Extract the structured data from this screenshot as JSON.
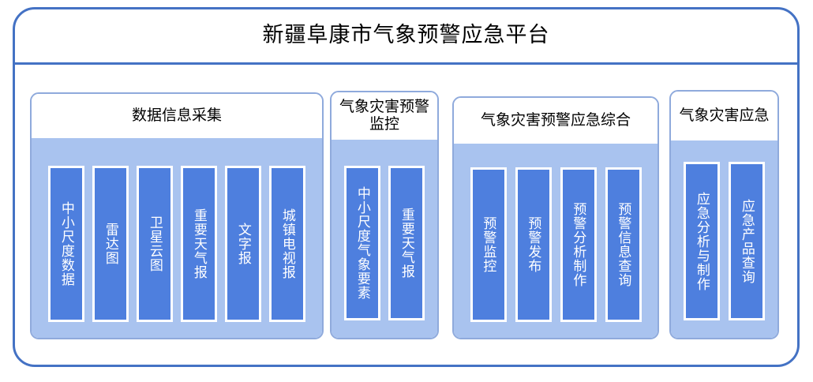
{
  "platform": {
    "title": "新疆阜康市气象预警应急平台",
    "frame_border_color": "#4472C4",
    "group_border_color": "#8FAADC",
    "group_body_color": "#A9C3EF",
    "card_color": "#4E7FDE",
    "card_border_color": "#FFFFFF",
    "card_text_color": "#FFFFFF",
    "title_text_color": "#000000"
  },
  "groups": [
    {
      "title": "数据信息采集",
      "cards": [
        {
          "label": "中小尺度数据"
        },
        {
          "label": "雷达图"
        },
        {
          "label": "卫星云图"
        },
        {
          "label": "重要天气报"
        },
        {
          "label": "文字报"
        },
        {
          "label": "城镇电视报"
        }
      ]
    },
    {
      "title": "气象灾害预警监控",
      "cards": [
        {
          "label": "中小尺度气象要素"
        },
        {
          "label": "重要天气报"
        }
      ]
    },
    {
      "title": "气象灾害预警应急综合",
      "cards": [
        {
          "label": "预警监控"
        },
        {
          "label": "预警发布"
        },
        {
          "label": "预警分析制作"
        },
        {
          "label": "预警信息查询"
        }
      ]
    },
    {
      "title": "气象灾害应急",
      "cards": [
        {
          "label": "应急分析与制作"
        },
        {
          "label": "应急产品查询"
        }
      ]
    }
  ]
}
